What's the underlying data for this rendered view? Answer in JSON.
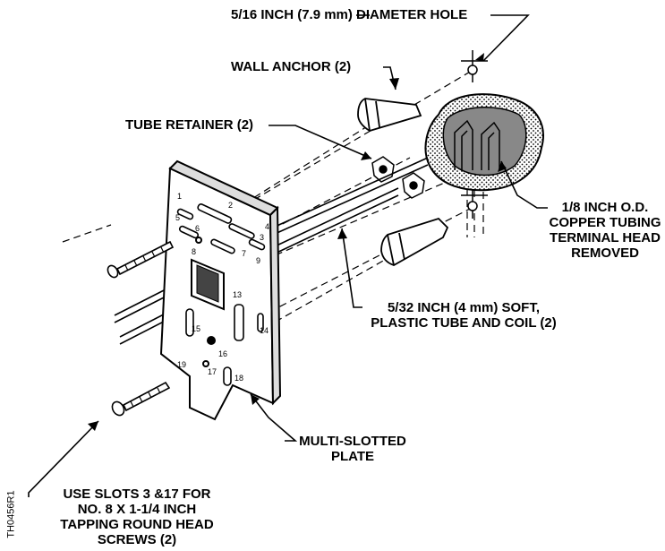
{
  "labels": {
    "hole": "5/16 INCH  (7.9 mm) DIAMETER HOLE",
    "anchor": "WALL ANCHOR (2)",
    "retainer": "TUBE RETAINER (2)",
    "copper": [
      "1/8 INCH O.D.",
      "COPPER TUBING",
      "TERMINAL HEAD",
      "REMOVED"
    ],
    "plastic": [
      "5/32 INCH (4 mm) SOFT,",
      "PLASTIC TUBE AND COIL (2)"
    ],
    "plate": [
      "MULTI-SLOTTED",
      "PLATE"
    ],
    "screws": [
      "USE SLOTS 3 &17 FOR",
      "NO. 8 X 1-1/4 INCH",
      "TAPPING ROUND HEAD",
      "SCREWS (2)"
    ]
  },
  "slot_numbers": [
    "1",
    "2",
    "3",
    "4",
    "5",
    "6",
    "7",
    "8",
    "9",
    "13",
    "14",
    "15",
    "16",
    "17",
    "18",
    "19"
  ],
  "figure_id": "TH0456R1"
}
